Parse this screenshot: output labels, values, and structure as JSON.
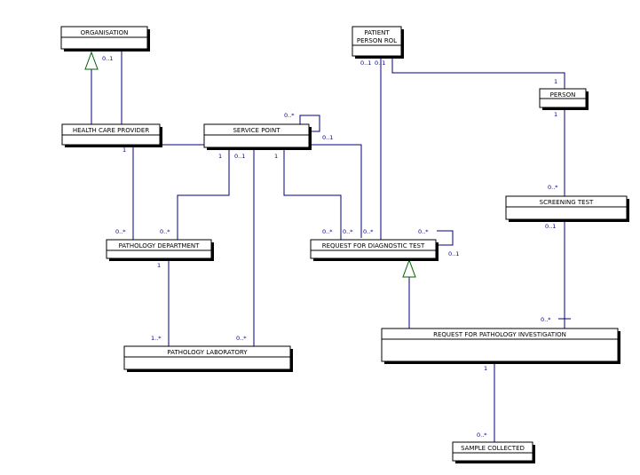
{
  "classes": {
    "organisation": "ORGANISATION",
    "patient_line1": "PATIENT",
    "patient_line2": "PERSON ROL",
    "person": "PERSON",
    "health_care_provider": "HEALTH CARE PROVIDER",
    "service_point": "SERVICE POINT",
    "screening_test": "SCREENING TEST",
    "pathology_department": "PATHOLOGY DEPARTMENT",
    "request_for_diagnostic_test": "REQUEST FOR DIAGNOSTIC TEST",
    "pathology_laboratory": "PATHOLOGY LABORATORY",
    "request_for_pathology_investigation": "REQUEST FOR PATHOLOGY INVESTIGATION",
    "sample_collected": "SAMPLE COLLECTED"
  },
  "multiplicities": {
    "org_hcp": "0..1",
    "patient_a": "0..1",
    "patient_b": "0..1",
    "person_top": "1",
    "person_bottom": "1",
    "sp_self_a": "0..*",
    "sp_self_b": "0..1",
    "hcp_bottom": "1",
    "sp_b1": "1",
    "sp_b2": "0..1",
    "sp_b3": "1",
    "screening_top": "0..*",
    "screening_bottom": "0..1",
    "pd_left": "0..*",
    "pd_right": "0..*",
    "rdt_1": "0..*",
    "rdt_2": "0..*",
    "rdt_3": "0..*",
    "rdt_self_a": "0..*",
    "rdt_self_b": "0..1",
    "pd_bottom": "1",
    "pl_left": "1..*",
    "pl_right": "0..*",
    "rpi_top": "0..*",
    "rpi_bottom": "1",
    "sample_top": "0..*"
  }
}
